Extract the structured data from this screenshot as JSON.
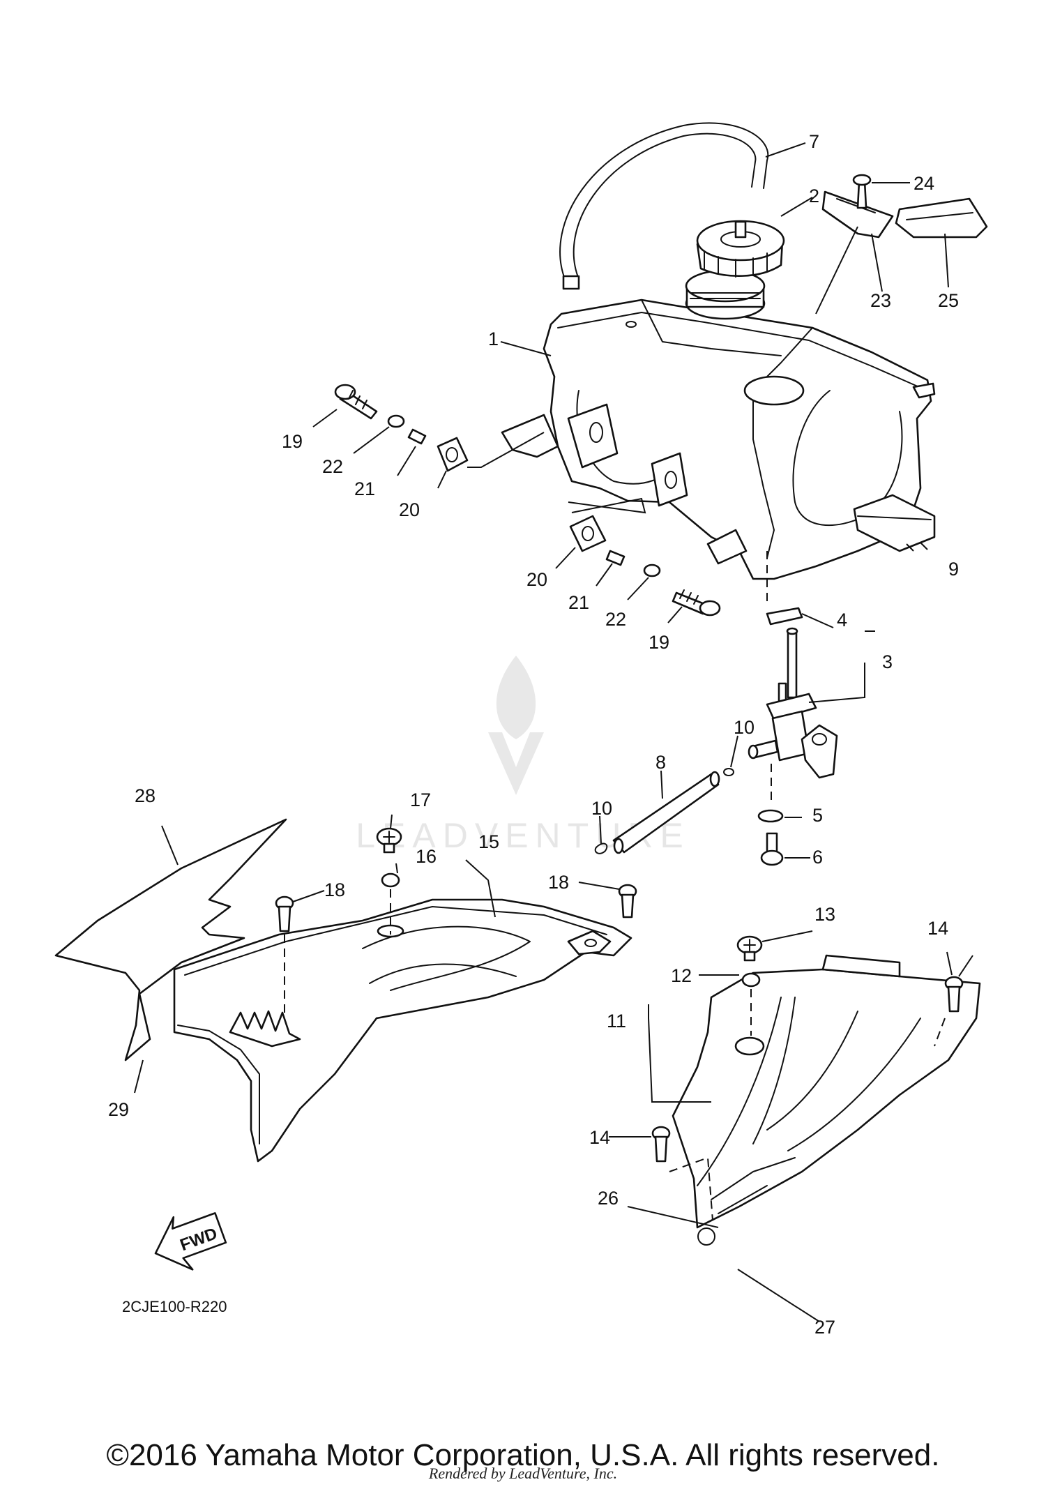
{
  "diagram": {
    "code": "2CJE100-R220",
    "fwd_label": "FWD",
    "watermark": "LEADVENTURE",
    "callouts": {
      "c1": "1",
      "c2": "2",
      "c3": "3",
      "c4": "4",
      "c5": "5",
      "c6": "6",
      "c7": "7",
      "c8": "8",
      "c9": "9",
      "c10a": "10",
      "c10b": "10",
      "c11": "11",
      "c12": "12",
      "c13": "13",
      "c14a": "14",
      "c14b": "14",
      "c15": "15",
      "c16": "16",
      "c17": "17",
      "c18a": "18",
      "c18b": "18",
      "c19a": "19",
      "c19b": "19",
      "c20a": "20",
      "c20b": "20",
      "c21a": "21",
      "c21b": "21",
      "c22a": "22",
      "c22b": "22",
      "c23": "23",
      "c24": "24",
      "c25": "25",
      "c26": "26",
      "c27": "27",
      "c28": "28",
      "c29": "29"
    }
  },
  "footer": {
    "copyright": "©2016 Yamaha Motor Corporation, U.S.A. All rights reserved.",
    "rendered_by": "Rendered by LeadVenture, Inc."
  }
}
